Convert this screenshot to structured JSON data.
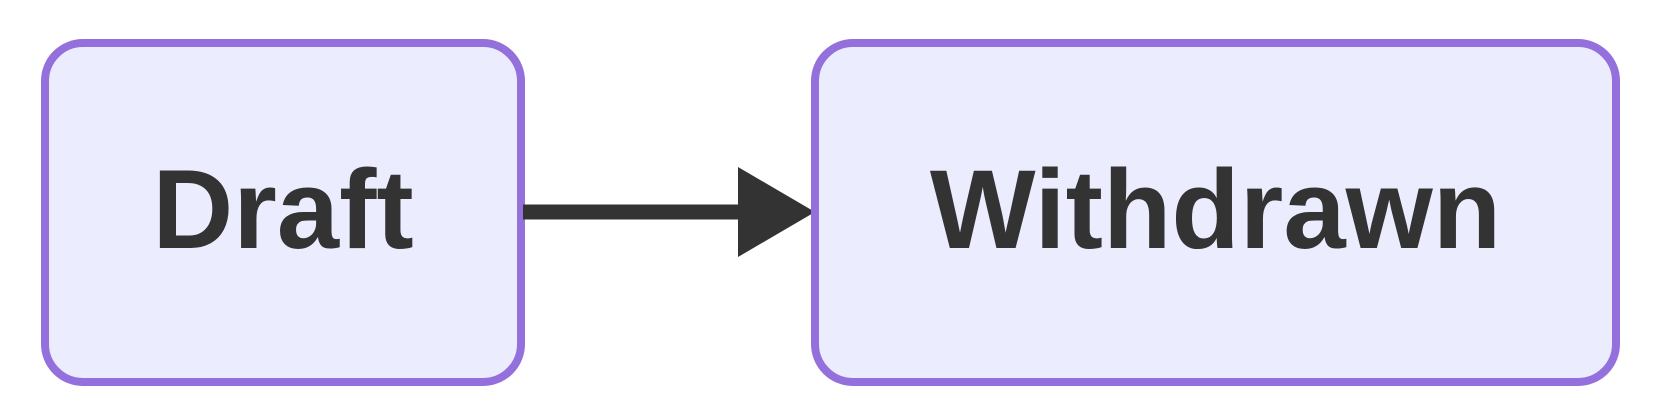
{
  "diagram": {
    "type": "flowchart",
    "direction": "LR",
    "nodes": [
      {
        "id": "draft",
        "label": "Draft"
      },
      {
        "id": "withdrawn",
        "label": "Withdrawn"
      }
    ],
    "edges": [
      {
        "from": "draft",
        "to": "withdrawn",
        "label": "",
        "arrow": "filled-triangle"
      }
    ],
    "colors": {
      "node_fill": "#ECECFF",
      "node_border": "#9370DB",
      "edge": "#333333",
      "text": "#333333",
      "background": "#FFFFFF"
    }
  }
}
